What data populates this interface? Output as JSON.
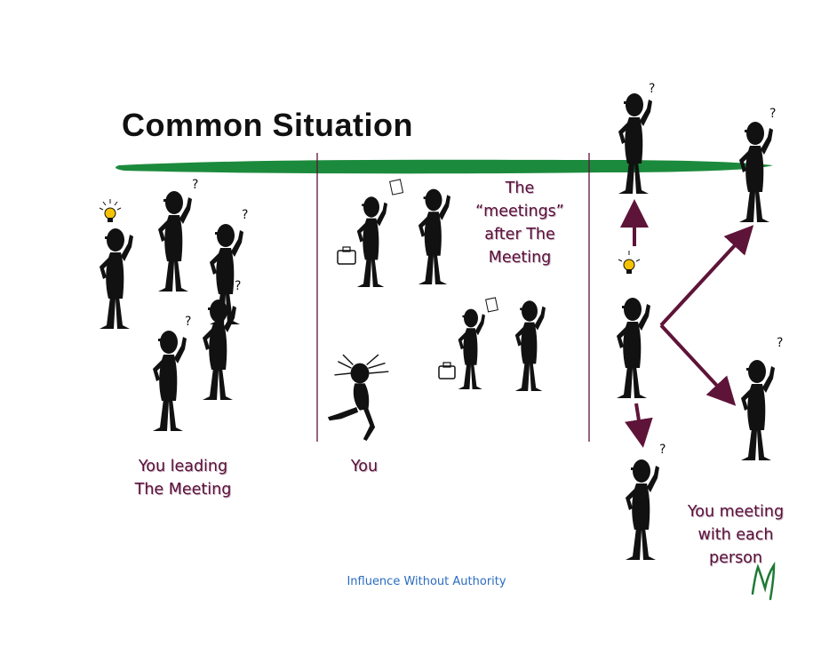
{
  "slide": {
    "title": "Common Situation",
    "labels": {
      "you_leading": [
        "You leading",
        "The Meeting"
      ],
      "you": "You",
      "meetings_after": [
        "The",
        "“meetings”",
        "after The",
        "Meeting"
      ],
      "you_meeting_each": [
        "You meeting",
        "with each",
        "person"
      ]
    },
    "footer": "Influence Without Authority",
    "logo_text": "M",
    "colors": {
      "title": "#111111",
      "label": "#5a0f3a",
      "footer": "#2a6cc0",
      "green_bar": "#1c8a3c",
      "arrow": "#5e1438",
      "divider": "#5e1438",
      "figure": "#111111",
      "bulb": "#f4c200",
      "logo": "#1e7a34"
    },
    "icons": [
      "stick-figure-icon",
      "lightbulb-icon",
      "question-mark-icon",
      "briefcase-icon",
      "arrow-icon"
    ]
  }
}
